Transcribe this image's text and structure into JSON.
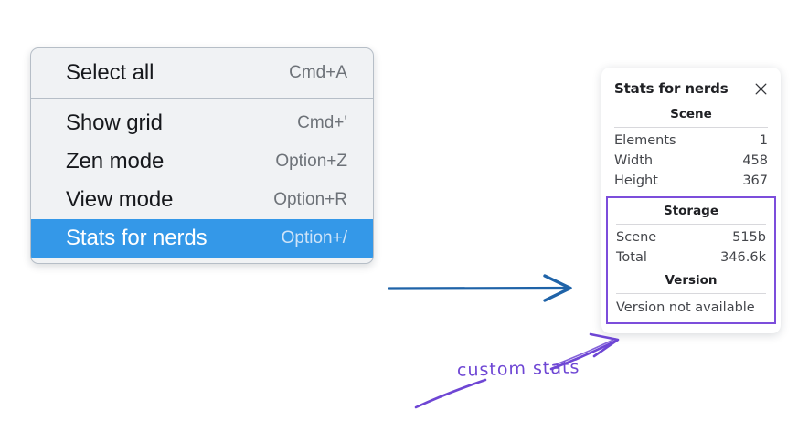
{
  "context_menu": {
    "groups": [
      {
        "items": [
          {
            "label": "Select all",
            "shortcut": "Cmd+A",
            "selected": false
          }
        ]
      },
      {
        "items": [
          {
            "label": "Show grid",
            "shortcut": "Cmd+'",
            "selected": false
          },
          {
            "label": "Zen mode",
            "shortcut": "Option+Z",
            "selected": false
          },
          {
            "label": "View mode",
            "shortcut": "Option+R",
            "selected": false
          },
          {
            "label": "Stats for nerds",
            "shortcut": "Option+/",
            "selected": true
          }
        ]
      }
    ],
    "selected_bg_color": "#3498e8"
  },
  "flow_arrow": {
    "icon": "arrow-right-icon",
    "color": "#1f63a8"
  },
  "stats_panel": {
    "title": "Stats for nerds",
    "close_icon": "close-icon",
    "scene": {
      "heading": "Scene",
      "rows": [
        {
          "key": "Elements",
          "value": "1"
        },
        {
          "key": "Width",
          "value": "458"
        },
        {
          "key": "Height",
          "value": "367"
        }
      ]
    },
    "storage": {
      "heading": "Storage",
      "rows": [
        {
          "key": "Scene",
          "value": "515b"
        },
        {
          "key": "Total",
          "value": "346.6k"
        }
      ]
    },
    "version": {
      "heading": "Version",
      "text": "Version not available"
    },
    "highlight_color": "#7c4ddb"
  },
  "annotation": {
    "text": "custom stats",
    "color": "#6e46d4",
    "pointer_icon": "hand-drawn-arrow-icon"
  }
}
